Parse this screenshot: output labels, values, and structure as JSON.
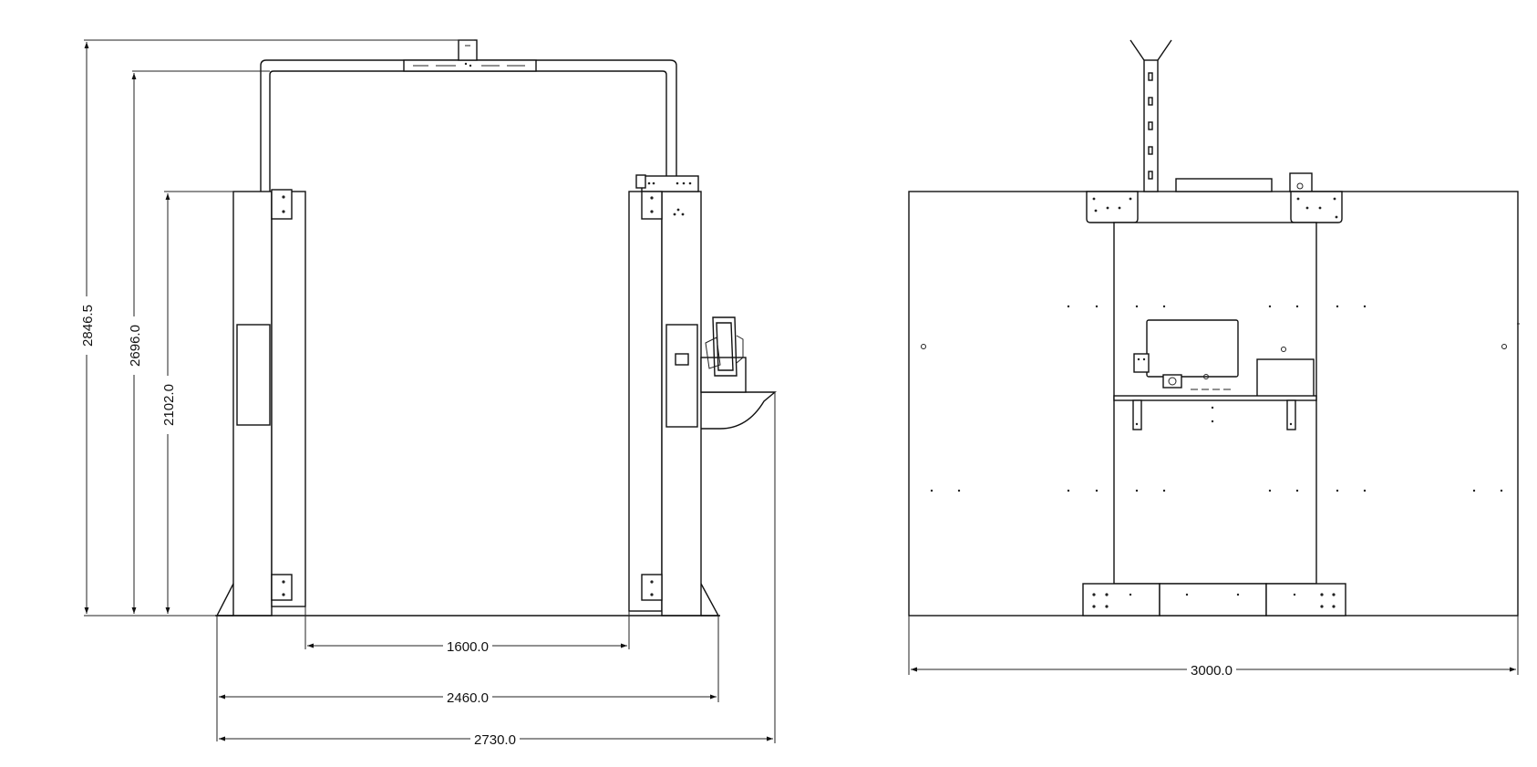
{
  "front_view": {
    "dimensions": {
      "total_height": "2846.5",
      "arch_height": "2696.0",
      "panel_height": "2102.0",
      "inner_width": "1600.0",
      "base_width": "2460.0",
      "overall_width": "2730.0"
    }
  },
  "side_view": {
    "dimensions": {
      "length": "3000.0"
    }
  },
  "colors": {
    "line": "#111111",
    "background": "#ffffff"
  }
}
